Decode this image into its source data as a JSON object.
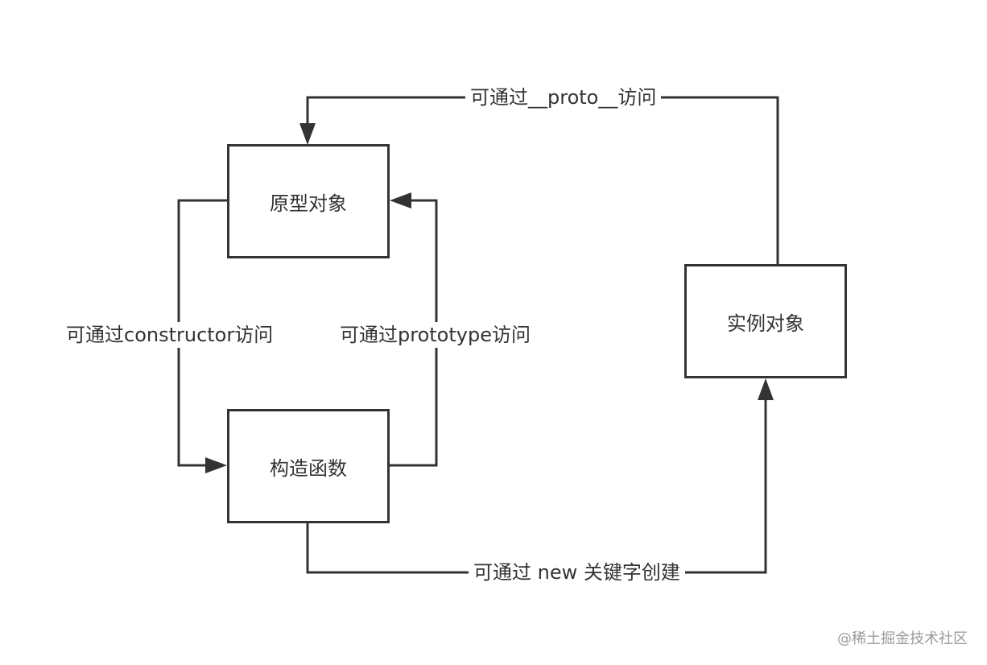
{
  "nodes": {
    "prototype_object": "原型对象",
    "constructor_function": "构造函数",
    "instance_object": "实例对象"
  },
  "edges": {
    "constructor_access": "可通过constructor访问",
    "prototype_access": "可通过prototype访问",
    "proto_access": "可通过__proto__访问",
    "new_keyword": "可通过 new 关键字创建"
  },
  "watermark": "@稀土掘金技术社区",
  "colors": {
    "line": "#333333",
    "background": "#ffffff",
    "watermark": "#9a9a9a"
  }
}
